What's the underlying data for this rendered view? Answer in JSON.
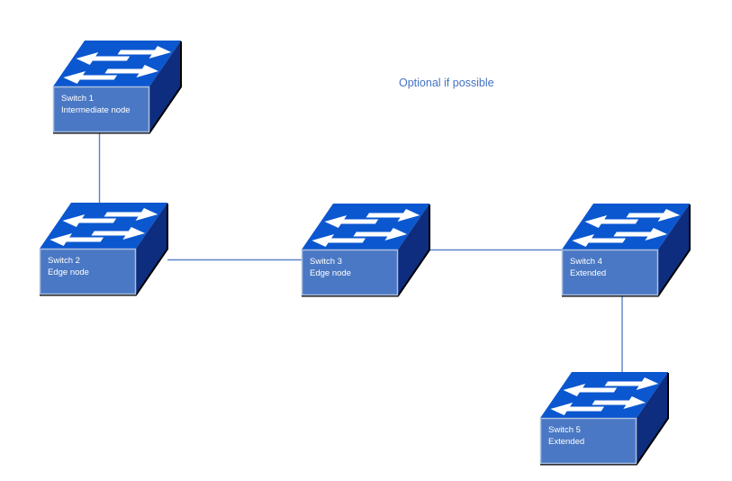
{
  "diagram": {
    "annotation": "Optional if possible",
    "nodes": [
      {
        "title": "Switch 1",
        "subtitle": "Intermediate node"
      },
      {
        "title": "Switch 2",
        "subtitle": "Edge node"
      },
      {
        "title": "Switch 3",
        "subtitle": "Edge node"
      },
      {
        "title": "Switch 4",
        "subtitle": "Extended"
      },
      {
        "title": "Switch 5",
        "subtitle": "Extended"
      }
    ],
    "edges": [
      {
        "from": "Switch 1",
        "to": "Switch 2"
      },
      {
        "from": "Switch 2",
        "to": "Switch 3"
      },
      {
        "from": "Switch 3",
        "to": "Switch 4"
      },
      {
        "from": "Switch 4",
        "to": "Switch 5"
      }
    ],
    "icon": "workgroup-switch-3d-icon",
    "colors": {
      "switch_top": "#0b57d0",
      "switch_side": "#0e2d7e",
      "switch_label_bg": "#4a78c4",
      "switch_label_border": "#a9bede",
      "connector": "#5b83c8",
      "annotation_text": "#4472c4",
      "label_text": "#ffffff"
    }
  }
}
